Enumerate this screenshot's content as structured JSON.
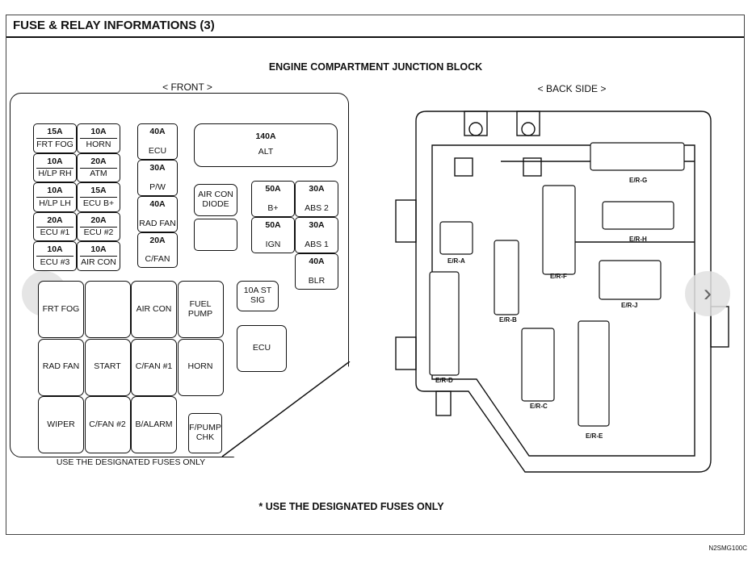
{
  "title": "FUSE & RELAY INFORMATIONS (3)",
  "subtitle": "ENGINE COMPARTMENT JUNCTION BLOCK",
  "front_label": "< FRONT >",
  "back_label": "< BACK SIDE >",
  "front_footer": "USE THE DESIGNATED FUSES ONLY",
  "bottom_note": "* USE THE DESIGNATED FUSES ONLY",
  "doc_code": "N2SMG100C",
  "nav": {
    "prev_icon": "chevron-left-icon",
    "next_icon": "chevron-right-icon"
  },
  "fuses_left": [
    {
      "amp": "15A",
      "name": "FRT FOG"
    },
    {
      "amp": "10A",
      "name": "HORN"
    },
    {
      "amp": "10A",
      "name": "H/LP RH"
    },
    {
      "amp": "20A",
      "name": "ATM"
    },
    {
      "amp": "10A",
      "name": "H/LP LH"
    },
    {
      "amp": "15A",
      "name": "ECU B+"
    },
    {
      "amp": "20A",
      "name": "ECU #1"
    },
    {
      "amp": "20A",
      "name": "ECU #2"
    },
    {
      "amp": "10A",
      "name": "ECU #3"
    },
    {
      "amp": "10A",
      "name": "AIR CON"
    }
  ],
  "fuses_mid": [
    {
      "amp": "40A",
      "name": "ECU"
    },
    {
      "amp": "30A",
      "name": "P/W"
    },
    {
      "amp": "40A",
      "name": "RAD FAN"
    },
    {
      "amp": "20A",
      "name": "C/FAN"
    }
  ],
  "fuse_main": {
    "amp": "140A",
    "name": "ALT"
  },
  "diode": "AIR CON DIODE",
  "fuses_right": [
    {
      "amp": "50A",
      "name": "B+"
    },
    {
      "amp": "30A",
      "name": "ABS 2"
    },
    {
      "amp": "50A",
      "name": "IGN"
    },
    {
      "amp": "30A",
      "name": "ABS 1"
    },
    {
      "amp": "40A",
      "name": "BLR"
    }
  ],
  "st_sig": "10A ST SIG",
  "relays": [
    "FRT FOG",
    "",
    "AIR CON",
    "FUEL PUMP",
    "RAD FAN",
    "START",
    "C/FAN #1",
    "HORN",
    "WIPER",
    "C/FAN #2",
    "B/ALARM"
  ],
  "fpump_chk": "F/PUMP CHK",
  "ecu": "ECU",
  "connectors": [
    "E/R-G",
    "E/R-H",
    "E/R-A",
    "E/R-F",
    "E/R-J",
    "E/R-B",
    "E/R-D",
    "E/R-C",
    "E/R-E"
  ]
}
